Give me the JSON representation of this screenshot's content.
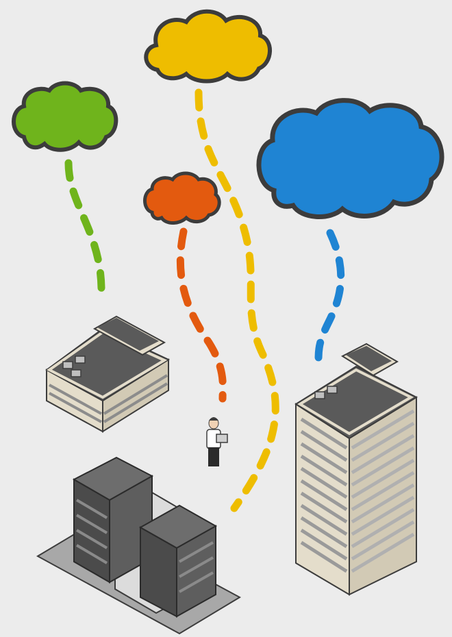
{
  "palette": {
    "background": "#ececec",
    "cloud_yellow": "#eebd00",
    "cloud_green": "#6fb41c",
    "cloud_orange": "#e35a0f",
    "cloud_blue": "#1f84d3",
    "outline": "#3c3c3c",
    "building_light": "#e4ddcb",
    "building_roof": "#5a5a5a",
    "building_dark": "#4b4b4b"
  },
  "clouds": [
    {
      "id": "yellow",
      "color_key": "cloud_yellow"
    },
    {
      "id": "green",
      "color_key": "cloud_green"
    },
    {
      "id": "orange",
      "color_key": "cloud_orange"
    },
    {
      "id": "blue",
      "color_key": "cloud_blue"
    }
  ],
  "buildings": [
    {
      "id": "small-office",
      "style": "low-rise beige"
    },
    {
      "id": "tower",
      "style": "high-rise beige"
    },
    {
      "id": "dark-complex",
      "style": "dark twin blocks"
    }
  ],
  "figure": {
    "id": "businessman",
    "holding": "laptop"
  }
}
